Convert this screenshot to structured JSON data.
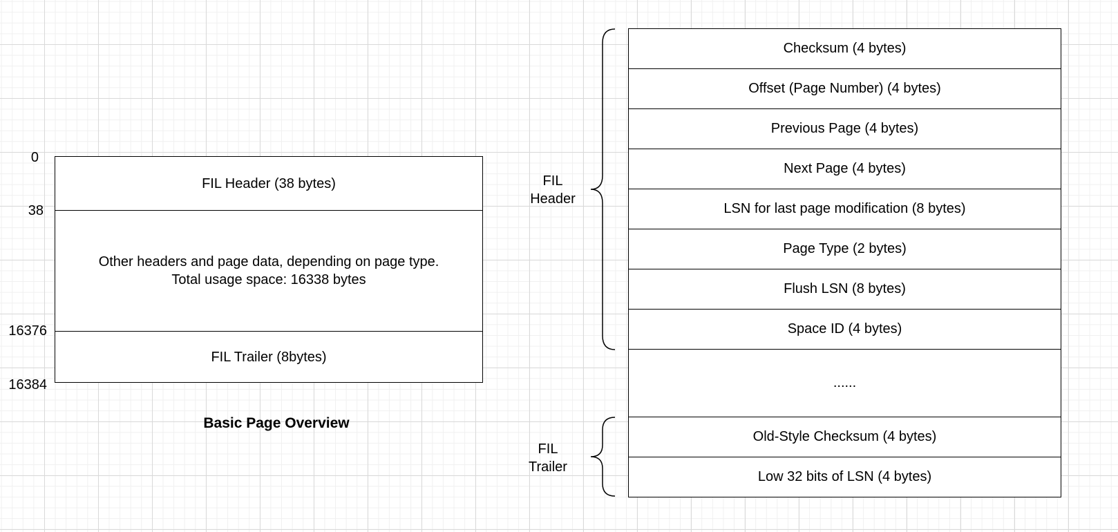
{
  "overview": {
    "title": "Basic Page Overview",
    "rows": [
      {
        "lines": [
          "FIL Header (38 bytes)"
        ]
      },
      {
        "lines": [
          "Other headers and page data, depending on page type.",
          "Total usage space: 16338 bytes"
        ]
      },
      {
        "lines": [
          "FIL Trailer (8bytes)"
        ]
      }
    ],
    "offsets": [
      "0",
      "38",
      "16376",
      "16384"
    ]
  },
  "detail": {
    "rows": [
      "Checksum (4 bytes)",
      "Offset (Page Number) (4 bytes)",
      "Previous Page (4 bytes)",
      "Next Page (4 bytes)",
      "LSN for last page modification (8 bytes)",
      "Page Type (2 bytes)",
      "Flush LSN (8 bytes)",
      "Space ID (4 bytes)",
      "......",
      "Old-Style Checksum (4 bytes)",
      "Low 32 bits of LSN (4 bytes)"
    ],
    "header_label": [
      "FIL",
      "Header"
    ],
    "trailer_label": [
      "FIL",
      "Trailer"
    ]
  }
}
